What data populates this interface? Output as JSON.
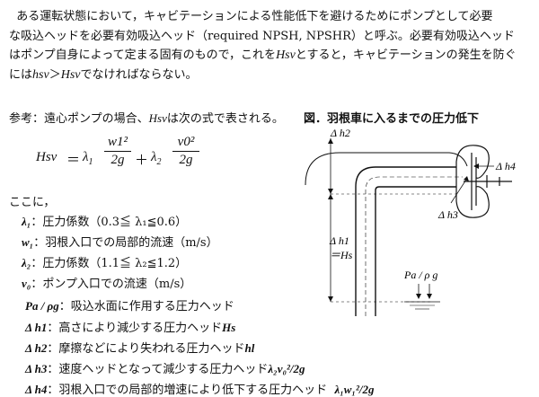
{
  "intro": {
    "line1": "ある運転状態において，キャビテーションによる性能低下を避けるためにポンプとして必要",
    "line2": "な吸込ヘッドを必要有効吸込ヘッド（required NPSH, NPSHR）と呼ぶ。必要有効吸込ヘッド",
    "line3a": "はポンプ自身によって定まる固有のもので，これを",
    "line3_var": "Hsv",
    "line3b": "とすると，キャビテーションの発生を防ぐ",
    "line4a": "には",
    "line4_var1": "hsv",
    "line4_gt": "＞",
    "line4_var2": "Hsv",
    "line4b": "でなければならない。"
  },
  "reference": {
    "prefix": "参考：遠心ポンプの場合、",
    "var": "Hsv",
    "suffix": "は次の式で表される。"
  },
  "figure_title": "図．羽根車に入るまでの圧力低下",
  "formula": {
    "lhs": "Hsv",
    "eq": "＝",
    "lambda1": "λ",
    "lambda1_sub": "1",
    "num1": "w1²",
    "den1": "2g",
    "plus": "＋",
    "lambda2": "λ",
    "lambda2_sub": "2",
    "num2": "v0²",
    "den2": "2g"
  },
  "definitions": {
    "header": "ここに，",
    "items": [
      {
        "sym": "λ₁",
        "text": "：圧力係数（0.3≦ λ₁≦0.6）"
      },
      {
        "sym": "w₁",
        "text": "：羽根入口での局部的流速（m/s）"
      },
      {
        "sym": "λ₂",
        "text": "：圧力係数（1.1≦ λ₂≦1.2）"
      },
      {
        "sym": "v₀",
        "text": "：ポンプ入口での流速（m/s）"
      },
      {
        "sym": "Pa / ρg",
        "text": "：吸込水面に作用する圧力ヘッド"
      },
      {
        "sym": "Δ h1",
        "text": "：高さにより減少する圧力ヘッド",
        "tail": "Hs"
      },
      {
        "sym": "Δ h2",
        "text": "：摩擦などにより失われる圧力ヘッド",
        "tail": "hl"
      },
      {
        "sym": "Δ h3",
        "text": "：速度ヘッドとなって減少する圧力ヘッド",
        "tail": "λ₂v₀²/2g"
      },
      {
        "sym": "Δ h4",
        "text": "：羽根入口での局部的増速により低下する圧力ヘッド",
        "tail": "λ₁w₁²/2g"
      }
    ]
  },
  "diagram": {
    "label_h2": "Δ h2",
    "label_h4": "Δ h4",
    "label_h3": "Δ h3",
    "label_h1": "Δ h1",
    "label_hs": "＝Hs",
    "label_pa": "Pa / ρ g"
  }
}
